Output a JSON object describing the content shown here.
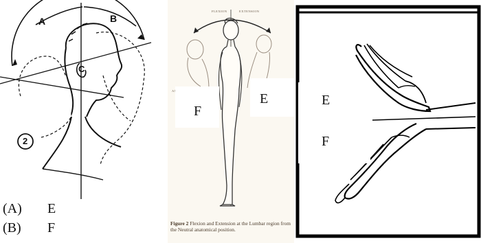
{
  "panel_head": {
    "label_a": "A",
    "label_b": "B",
    "label_c": "C",
    "figure_number": "2"
  },
  "panel_lumbar": {
    "tiny_flexion": "FLEXION",
    "tiny_extension": "EXTENSION",
    "tiny_side": "AN",
    "overlay_f": "F",
    "overlay_e": "E",
    "caption_bold": "Figure 2",
    "caption_rest": " Flexion and Extension at the Lumbar region from the Neutral anatomical position."
  },
  "panel_wrist": {
    "overlay_e": "E",
    "overlay_f": "F"
  },
  "answers": [
    {
      "key": "(A)",
      "value": "E"
    },
    {
      "key": "(B)",
      "value": "F"
    }
  ]
}
